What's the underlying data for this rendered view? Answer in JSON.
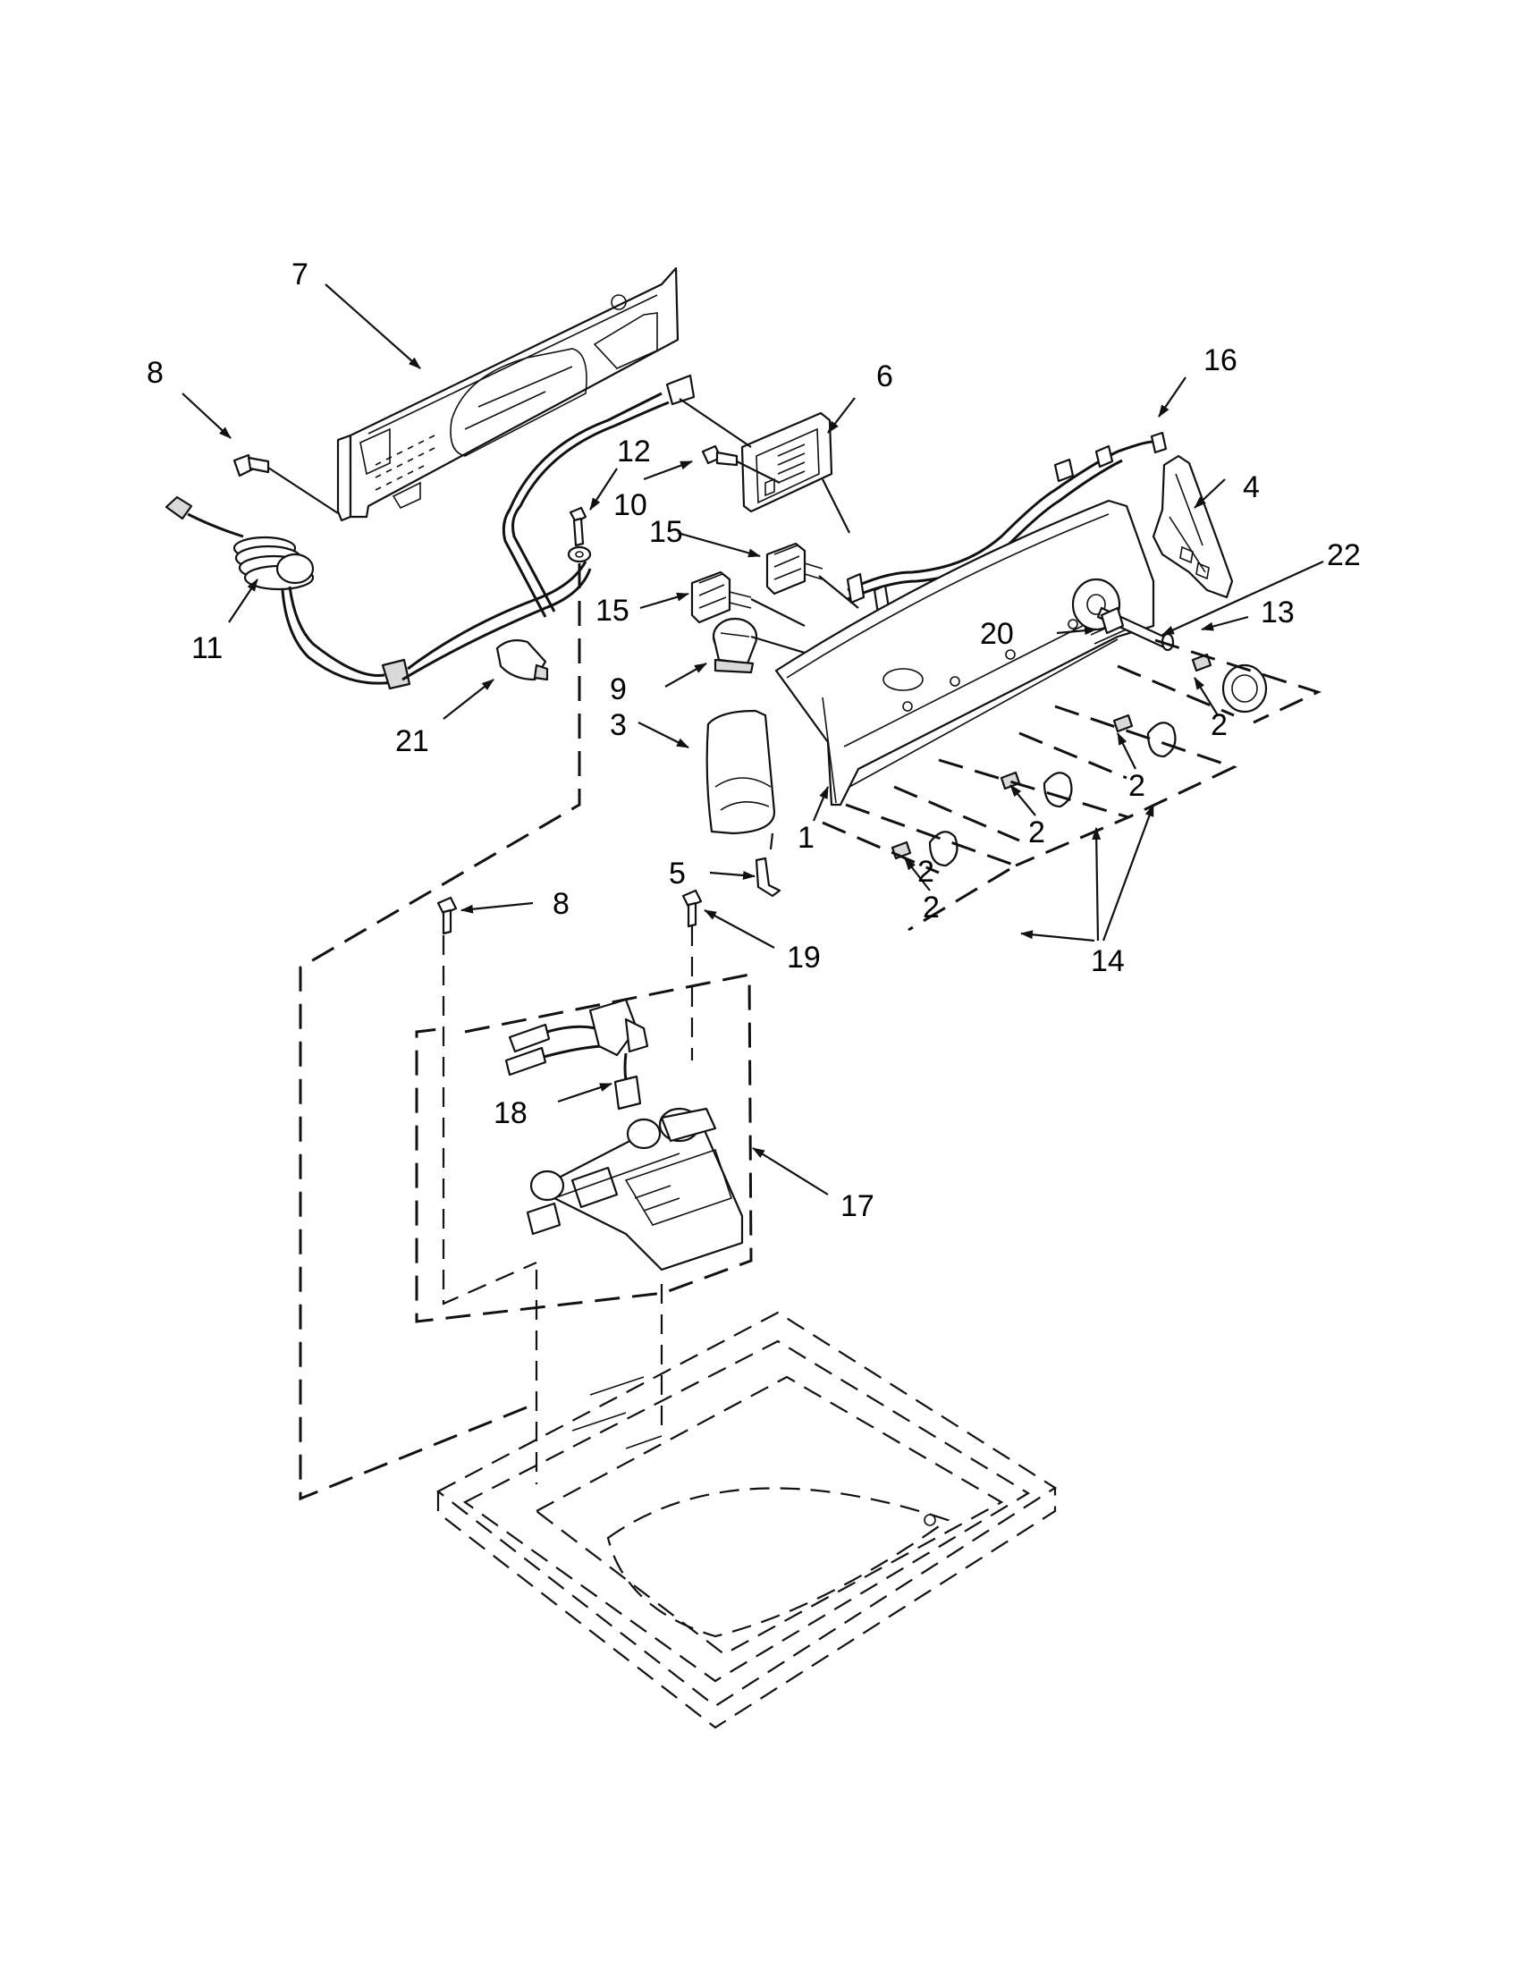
{
  "callouts": {
    "c1": "1",
    "c2a": "2",
    "c2b": "2",
    "c2c": "2",
    "c2d": "2",
    "c2e": "2",
    "c3": "3",
    "c4": "4",
    "c5": "5",
    "c6": "6",
    "c7": "7",
    "c8a": "8",
    "c8b": "8",
    "c9": "9",
    "c10": "10",
    "c11": "11",
    "c12": "12",
    "c13": "13",
    "c14": "14",
    "c15a": "15",
    "c15b": "15",
    "c16": "16",
    "c17": "17",
    "c18": "18",
    "c19": "19",
    "c20": "20",
    "c21": "21",
    "c22": "22"
  }
}
